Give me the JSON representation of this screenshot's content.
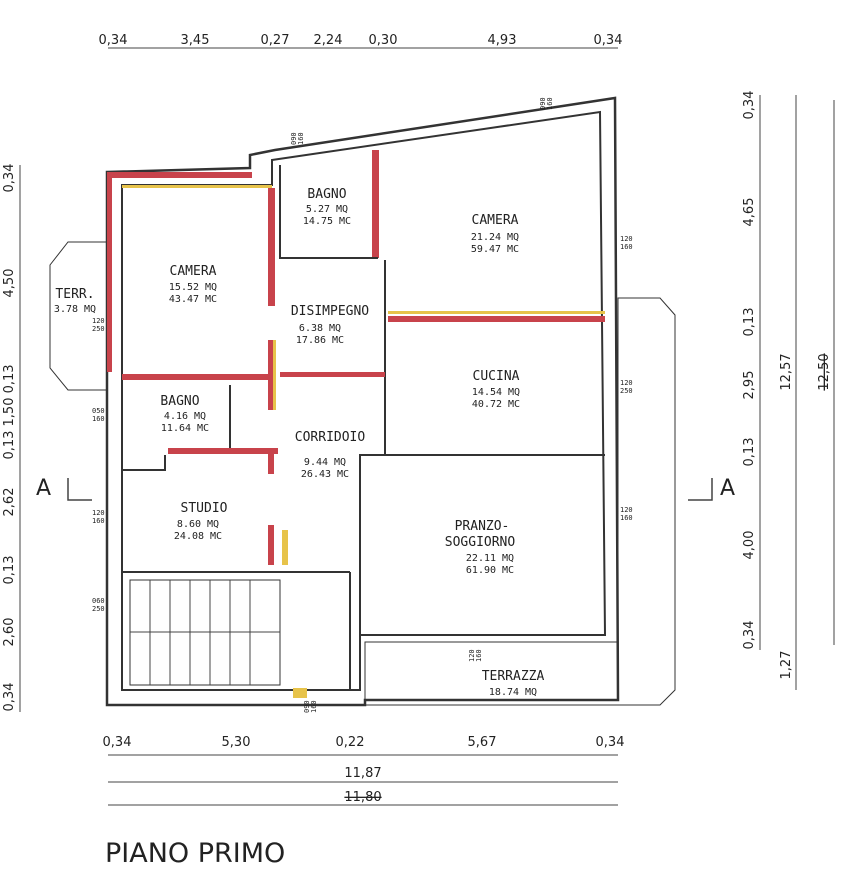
{
  "title": "PIANO PRIMO",
  "section_marker": "A",
  "dimensions": {
    "top": [
      "0,34",
      "3,45",
      "0,27",
      "2,24",
      "0,30",
      "4,93",
      "0,34"
    ],
    "bottom": [
      "0,34",
      "5,30",
      "0,22",
      "5,67",
      "0,34"
    ],
    "bottom_total": "11,87",
    "bottom_total_old": "11,80",
    "left": [
      "0,34",
      "4,50",
      "0,13 1,50 0,13",
      "2,62",
      "0,13",
      "2,60",
      "0,34"
    ],
    "right": [
      "0,34",
      "4,65",
      "0,13",
      "2,95",
      "0,13",
      "4,00",
      "0,34"
    ],
    "right_total": "12,57",
    "right_terrace": "1,27",
    "right_total_old": "12,50"
  },
  "rooms": [
    {
      "name": "CAMERA",
      "area": "15.52 MQ",
      "volume": "43.47 MC"
    },
    {
      "name": "BAGNO",
      "area": "5.27 MQ",
      "volume": "14.75 MC"
    },
    {
      "name": "CAMERA",
      "area": "21.24 MQ",
      "volume": "59.47 MC"
    },
    {
      "name": "DISIMPEGNO",
      "area": "6.38 MQ",
      "volume": "17.86 MC"
    },
    {
      "name": "CUCINA",
      "area": "14.54 MQ",
      "volume": "40.72 MC"
    },
    {
      "name": "BAGNO",
      "area": "4.16 MQ",
      "volume": "11.64 MC"
    },
    {
      "name": "CORRIDOIO",
      "area": "9.44 MQ",
      "volume": "26.43 MC"
    },
    {
      "name": "STUDIO",
      "area": "8.60 MQ",
      "volume": "24.08 MC"
    },
    {
      "name": "PRANZO-",
      "name2": "SOGGIORNO",
      "area": "22.11 MQ",
      "volume": "61.90 MC"
    },
    {
      "name": "TERR.",
      "area": "3.78 MQ"
    },
    {
      "name": "TERRAZZA",
      "area": "18.74 MQ"
    }
  ],
  "windows": [
    {
      "w": "120",
      "h": "250"
    },
    {
      "w": "050",
      "h": "160"
    },
    {
      "w": "120",
      "h": "160"
    },
    {
      "w": "060",
      "h": "250"
    },
    {
      "w": "120",
      "h": "160"
    },
    {
      "w": "120",
      "h": "250"
    },
    {
      "w": "120",
      "h": "160"
    },
    {
      "w": "090",
      "h": "160"
    },
    {
      "w": "090",
      "h": "160"
    },
    {
      "w": "120",
      "h": "160"
    },
    {
      "w": "090",
      "h": "160"
    }
  ]
}
